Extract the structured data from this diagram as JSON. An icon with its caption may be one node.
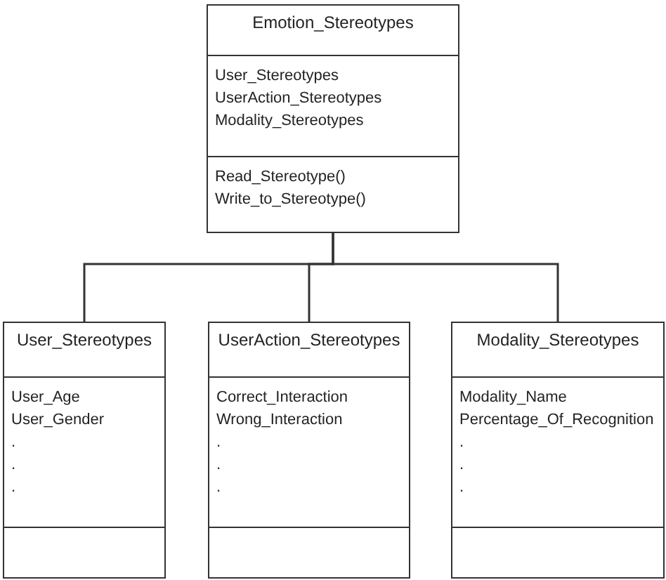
{
  "diagram": {
    "nodes": [
      {
        "text": [
          "Emotion_Stereotypes"
        ]
      },
      {
        "text": [
          "User_Stereotypes",
          "UserAction_Stereotypes",
          "Modality_Stereotypes"
        ],
        "in": 0
      },
      {
        "text": [
          "Read_Stereotype()",
          "Write_to_Stereotype()"
        ],
        "in": 0
      },
      {
        "text": [
          "User_Stereotypes"
        ]
      },
      {
        "text": [
          "User_Age",
          "User_Gender",
          ".",
          ".",
          "."
        ],
        "in": 3
      },
      {
        "text": [],
        "shape": "box",
        "in": 3
      },
      {
        "text": [
          "UserAction_Stereotypes"
        ]
      },
      {
        "text": [
          "Correct_Interaction",
          "Wrong_Interaction",
          ".",
          ".",
          "."
        ],
        "in": 6
      },
      {
        "text": [],
        "shape": "box",
        "in": 6
      },
      {
        "text": [
          "Modality_Stereotypes"
        ]
      },
      {
        "text": [
          "Modality_Name",
          "Percentage_Of_Recognition",
          ".",
          ".",
          "."
        ],
        "in": 9
      },
      {
        "text": [],
        "shape": "box",
        "in": 9
      }
    ],
    "edges": [
      {
        "from": 0,
        "to": 3,
        "arrow": "none"
      },
      {
        "from": 0,
        "to": 6,
        "arrow": "none"
      },
      {
        "from": 0,
        "to": 9,
        "arrow": "none"
      }
    ]
  }
}
